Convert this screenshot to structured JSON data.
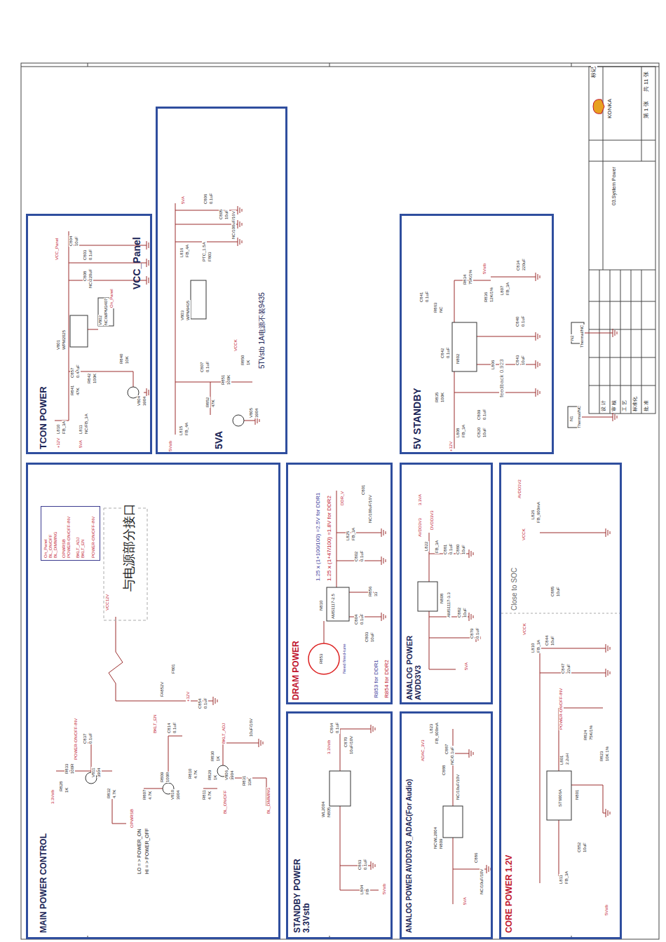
{
  "diagram": {
    "nodes": [
      {
        "text": [
          "TCON POWER",
          "VCC_Panel"
        ]
      },
      {
        "text": [
          "5VA",
          "5TVstb 1A电源不装9435"
        ]
      },
      {
        "text": [
          "5V STANDBY"
        ]
      },
      {
        "text": [
          "MAIN POWER CONTROL"
        ]
      },
      {
        "text": [
          "On_Panel",
          "BL_ON/OFF",
          "BL_DIMMING",
          "OPWRSB",
          "POWER-ON/OFF-INV",
          "BKLT_ADJ",
          "BKLT_EN",
          "POWER-ON/OFF-INV"
        ],
        "in": 3
      },
      {
        "text": [
          "DRAM POWER"
        ]
      },
      {
        "text": [
          "STANDBY POWER 3.3Vstb"
        ]
      },
      {
        "text": [
          "ANALOG POWER AVDD3V3"
        ]
      },
      {
        "text": [
          "ANALOG POWER AVDD3V3_ADAC(For Audio)"
        ]
      },
      {
        "text": [
          "CORE POWER 1.2V"
        ]
      }
    ],
    "labels": [
      "标记",
      "KONKA",
      "03.System Power",
      "第 1 张",
      "共 11 张",
      "设 计",
      "审 核",
      "工 艺",
      "标准化",
      "批 准",
      "+12V",
      "L810",
      "FB_3A",
      "5VA",
      "L811",
      "NC/FB_3A",
      "R841",
      "47K",
      "C857",
      "0.47uF",
      "R842",
      "100K",
      "V801",
      "WPM2025",
      "V802",
      "NC/WPM3407",
      "On_Panel",
      "R840",
      "10K",
      "V804",
      "3904",
      "VCC_Panel",
      "C804",
      "10uF",
      "C803",
      "0.1uF",
      "C808",
      "NC/220uF",
      "5VA",
      "C806",
      "0.1uF",
      "C805",
      "10uF",
      "NC/100uF/16V",
      "L816",
      "FB_4A",
      "PTC_1.5A",
      "F803",
      "V803",
      "WPM9435",
      "C807",
      "0.1uF",
      "R852",
      "47K",
      "R851",
      "100K",
      "R850",
      "1K",
      "VCCK",
      "V805",
      "3904",
      "L815",
      "FB_4A",
      "5Vstb",
      "+12V",
      "L808",
      "FB_3A",
      "C820",
      "10uF",
      "C809",
      "0.1uF",
      "R835",
      "100K",
      "N802",
      "C842",
      "0.1uF",
      "feedback 0.923",
      "L806",
      "C841",
      "0.1uF",
      "R863",
      "NC",
      "R836",
      "12K/1%",
      "R834",
      "75K/1%",
      "5Vstb",
      "L807",
      "FB_3A",
      "C834",
      "220uF",
      "C840",
      "0.1uF",
      "C843",
      "10uF",
      "N1",
      "Thermal/NC",
      "N2",
      "Thermal/NC",
      "与电源部分接口",
      "VCC12V",
      "F801",
      "FA852V",
      "+12V",
      "C854",
      "0.1uF",
      "POWER-ON/OFF-INV",
      "C837",
      "0.1uF",
      "R833",
      "100R",
      "V811",
      "3904",
      "R828",
      "1K",
      "3.3Vstb",
      "R832",
      "4.7K",
      "OPWRSB",
      "LO = > POWER_ON",
      "HI = > POWER_OFF",
      "BKLT_EN",
      "C814",
      "0.1uF",
      "R809",
      "100R",
      "R807",
      "4.7K",
      "V810",
      "3904",
      "R810",
      "4.7K",
      "R811",
      "4.7K",
      "BL_ON/OFF",
      "BKLT_ADJ",
      "10uF/16V",
      "R830",
      "1K",
      "V806",
      "3904",
      "R829",
      "1K",
      "R831",
      "33K",
      "BL_DIMMING",
      "1.25 x (1+100/100) =2.5V for DDR1",
      "1.25 x (1+47/100) =1.8V for DDR2",
      "DDR_V",
      "C801",
      "NC/100uF/16V",
      "L825",
      "FB_3A",
      "C802",
      "0.1uF",
      "N810",
      "AMS1117-2.5",
      "R856",
      "33",
      "C804",
      "0.1uF",
      "C803",
      "10uF",
      "R853",
      "Need fined-tune",
      "R853 for DDR1",
      "R854 for DDR2",
      "3.3Vstb",
      "C864",
      "0.1uF",
      "C870",
      "10uF/10V",
      "WL2004",
      "N805",
      "C863",
      "0.1uF",
      "L804",
      "FB",
      "5Vstb",
      "3.3VA",
      "AVDD3V3",
      "DVDD3V3",
      "L822",
      "FB_3A",
      "C881",
      "0.1uF",
      "C880",
      "10uF",
      "N808",
      "AMS1117-3.3",
      "C882",
      "10uF",
      "C879",
      "0.1uF",
      "5VA",
      "ADAC_3V3",
      "L823",
      "FB_600mA",
      "C887",
      "NC/0.1uF",
      "C888",
      "NC/10uF/10V",
      "NCWL2004",
      "N809",
      "C886",
      "NC/10uF/10V",
      "5VA",
      "Close to SOC",
      "AVDD1V2",
      "L826",
      "FB_600mA",
      "VCCK",
      "C885",
      "10uF",
      "VCCK",
      "L810",
      "FB_3A",
      "C844",
      "10uF",
      "C847",
      "22uF",
      "POWER-ON/OFF-INV",
      "L801",
      "2.2uH",
      "ST6006A",
      "N801",
      "R824",
      "75K/1%",
      "R823",
      "10K 1%",
      "L811",
      "FB_3A",
      "C852",
      "10uF",
      "5Vstb"
    ]
  }
}
